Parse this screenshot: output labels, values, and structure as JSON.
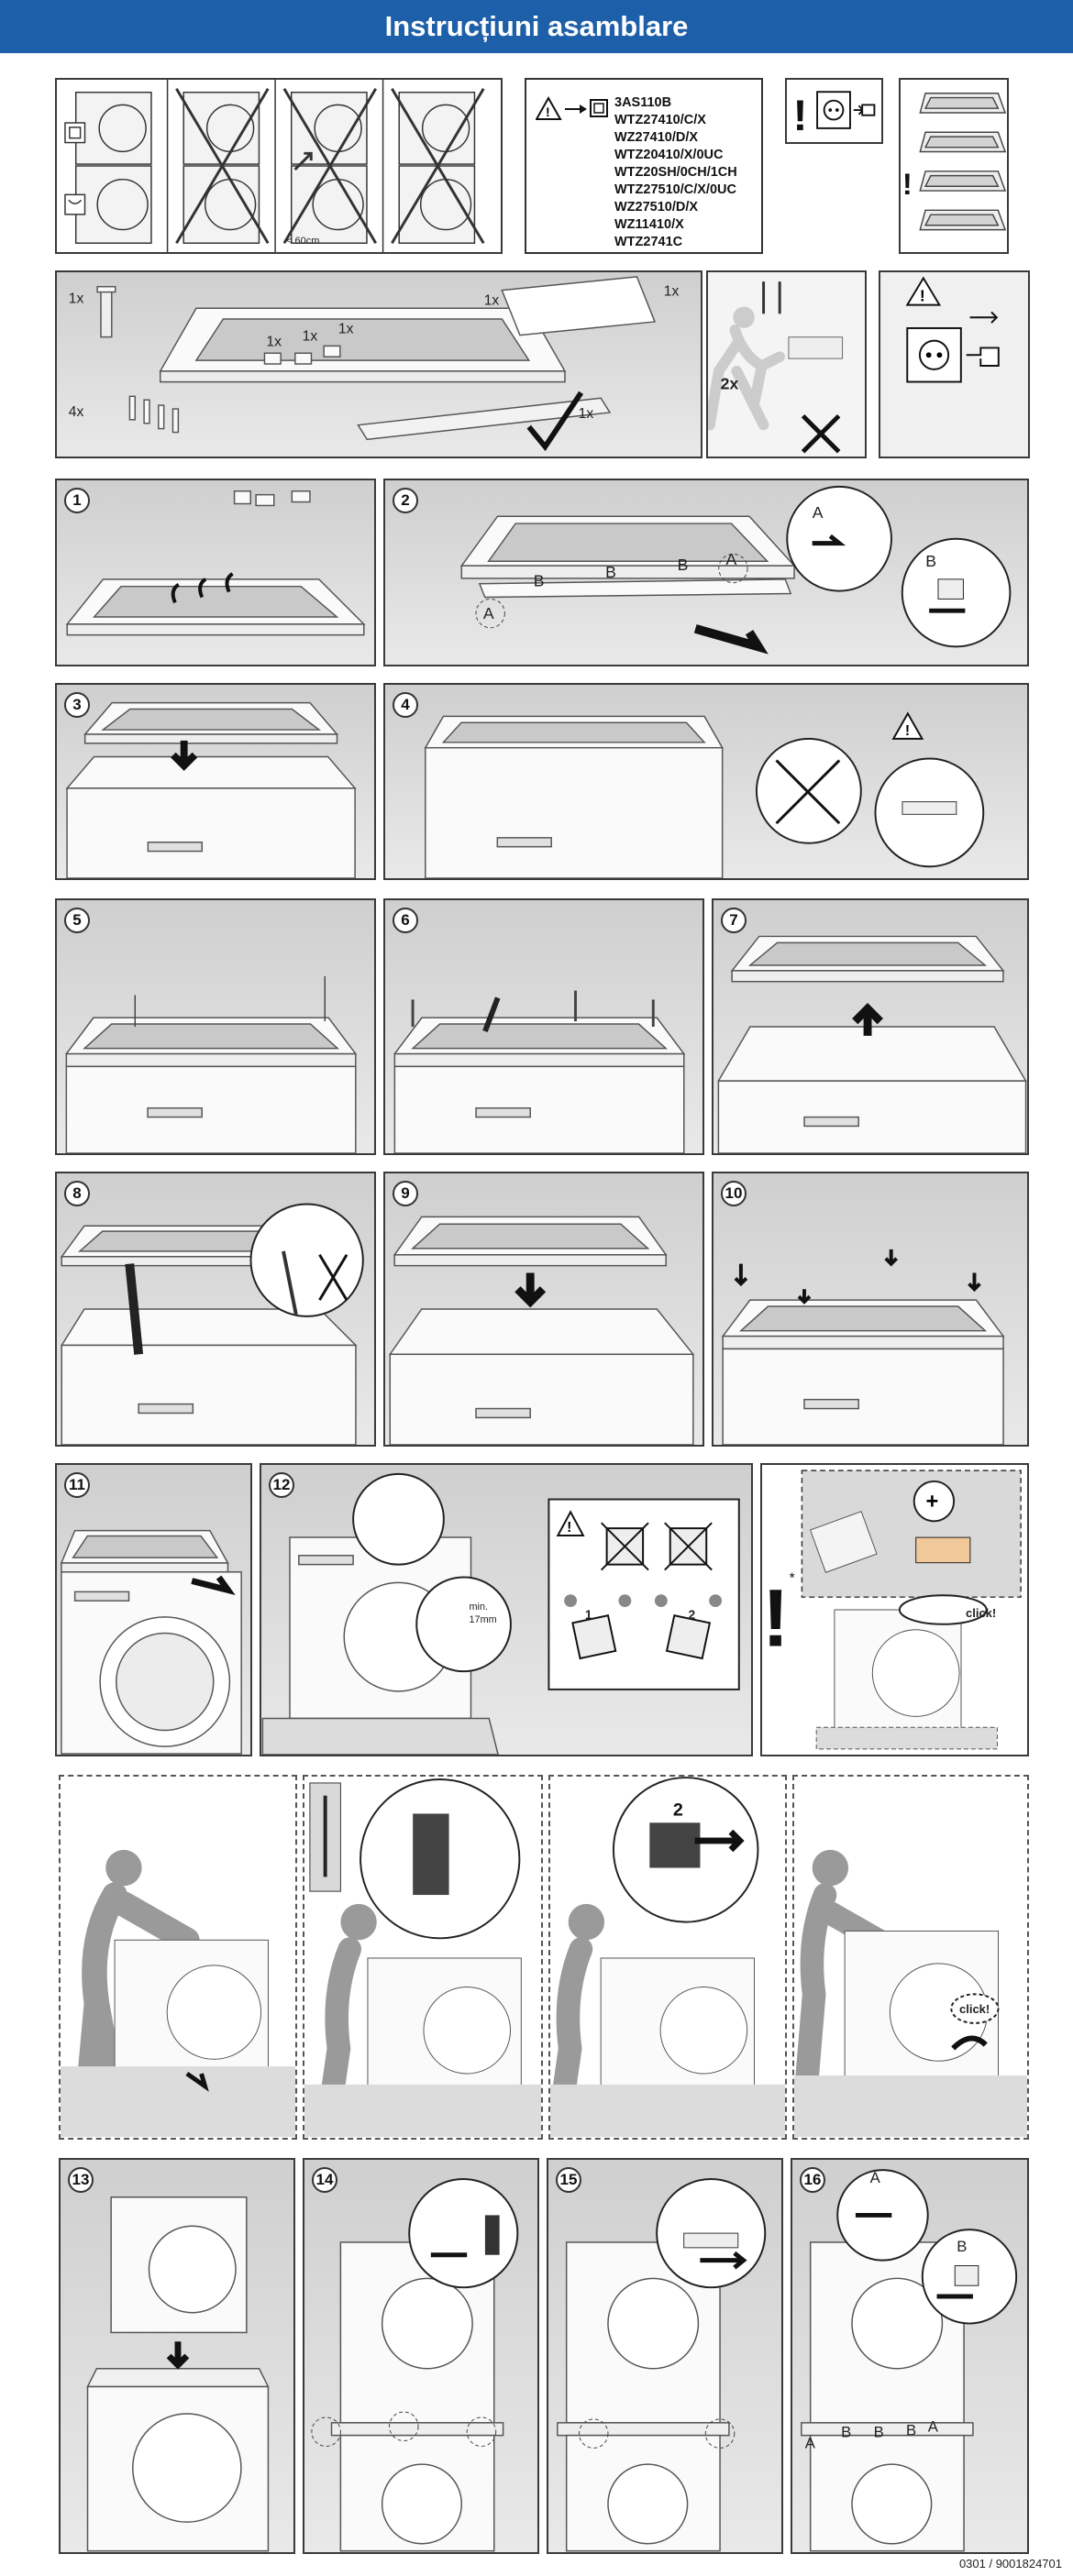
{
  "header": {
    "title": "Instrucțiuni asamblare"
  },
  "models": {
    "list": [
      "3AS110B",
      "WTZ27410/C/X",
      "WZ27410/D/X",
      "WTZ20410/X/0UC",
      "WTZ20SH/0CH/1CH",
      "WTZ27510/C/X/0UC",
      "WZ27510/D/X",
      "WZ11410/X",
      "WTZ2741C"
    ]
  },
  "first_row": {
    "width_note": "< 60cm"
  },
  "parts": {
    "screw_count": "1x",
    "frame_count": "1x",
    "clip_count_1": "1x",
    "clip_count_2": "1x",
    "clip_count_3": "1x",
    "doc_count": "1x",
    "bar_count": "1x",
    "small_screws": "4x",
    "persons": "2x"
  },
  "steps": {
    "s1": "1",
    "s2": "2",
    "s3": "3",
    "s4": "4",
    "s5": "5",
    "s6": "6",
    "s7": "7",
    "s8": "8",
    "s9": "9",
    "s10": "10",
    "s11": "11",
    "s12": "12",
    "s13": "13",
    "s14": "14",
    "s15": "15",
    "s16": "16"
  },
  "labels": {
    "a": "A",
    "b": "B",
    "min": "min.",
    "mm": "17mm",
    "one": "1",
    "two": "2",
    "click": "click!",
    "star": "*"
  },
  "footer": {
    "code": "0301 / 9001824701"
  },
  "colors": {
    "header_bg": "#1d5fa8",
    "panel_bg": "#d8d8d8",
    "frame": "#ffffff"
  },
  "icons": [
    "warning-icon",
    "socket-icon",
    "plug-icon",
    "exclamation-icon",
    "checkmark-icon",
    "cross-icon",
    "screwdriver-icon",
    "arrow-icon",
    "washer-icon",
    "dryer-icon"
  ]
}
